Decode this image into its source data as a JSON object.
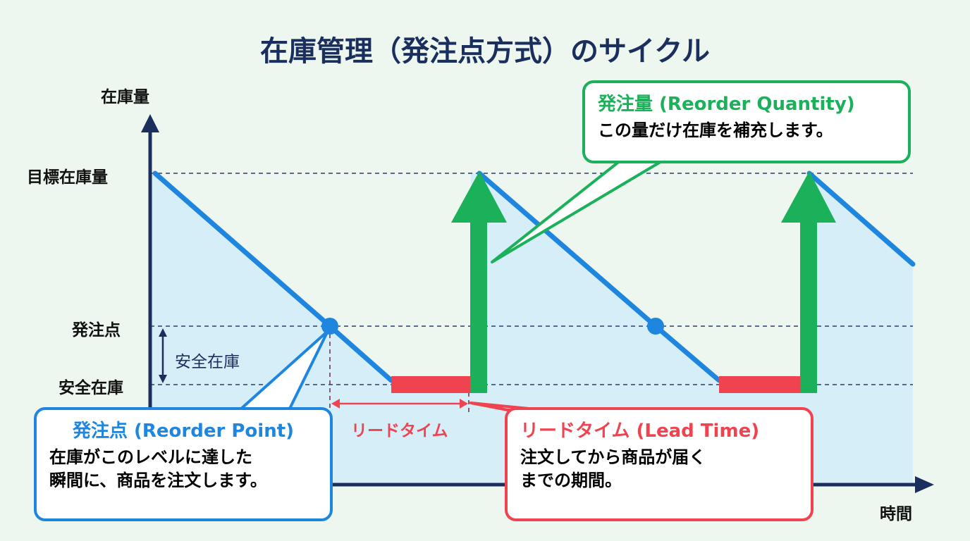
{
  "title": "在庫管理（発注点方式）のサイクル",
  "axes": {
    "y_label": "在庫量",
    "x_label": "時間"
  },
  "levels": {
    "target": "目標在庫量",
    "reorder_point": "発注点",
    "safety_stock": "安全在庫"
  },
  "safety_stock_span_label": "安全在庫",
  "lead_time_span_label": "リードタイム",
  "callouts": {
    "reorder_point": {
      "heading": "発注点 (Reorder Point)",
      "line1": "在庫がこのレベルに達した",
      "line2": "瞬間に、商品を注文します。"
    },
    "lead_time": {
      "heading": "リードタイム (Lead Time)",
      "line1": "注文してから商品が届く",
      "line2": "までの期間。"
    },
    "reorder_quantity": {
      "heading": "発注量 (Reorder Quantity)",
      "line1": "この量だけ在庫を補充します。"
    }
  },
  "colors": {
    "navy": "#1b2f5e",
    "blue": "#1f86e0",
    "red": "#ef4350",
    "green": "#1bb05a",
    "fill": "#d5eef8"
  }
}
